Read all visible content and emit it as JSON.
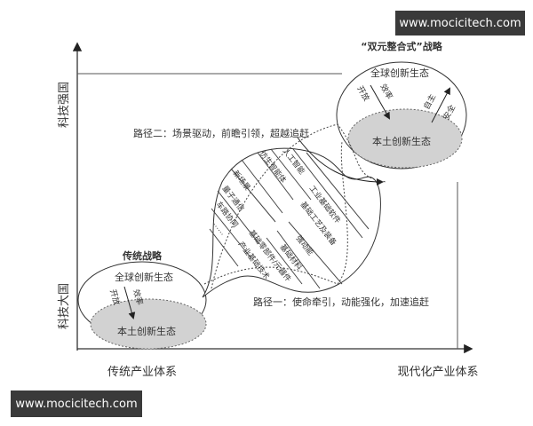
{
  "watermark": "www.mocicitech.com",
  "axes": {
    "y_top": "科技强国",
    "y_bottom": "科技大国",
    "x_left": "传统产业体系",
    "x_right": "现代化产业体系"
  },
  "traditional": {
    "title": "传统战略",
    "outer": "全球创新生态",
    "inner": "本土创新生态",
    "arrow_left": "开放",
    "arrow_right": "效率"
  },
  "dual": {
    "title": "“双元整合式”战略",
    "outer": "全球创新生态",
    "inner": "本土创新生态",
    "arrow_left": "开放",
    "arrow_mid": "效率",
    "arrow_right_a": "自主",
    "arrow_right_b": "安全"
  },
  "path2": "路径二：场景驱动，前瞻引领，超越追赶",
  "path1": "路径一：使命牵引，动能强化，加速追赶",
  "lens": {
    "upper": [
      "新场景",
      "量子通信",
      "车路协同",
      "……",
      "仿生智能体",
      "人工智能",
      "工业基础软件",
      "基础工艺及装备"
    ],
    "lower": [
      "强动能",
      "基础材料",
      "基础零部件/元器件",
      "产业基础技术"
    ]
  }
}
